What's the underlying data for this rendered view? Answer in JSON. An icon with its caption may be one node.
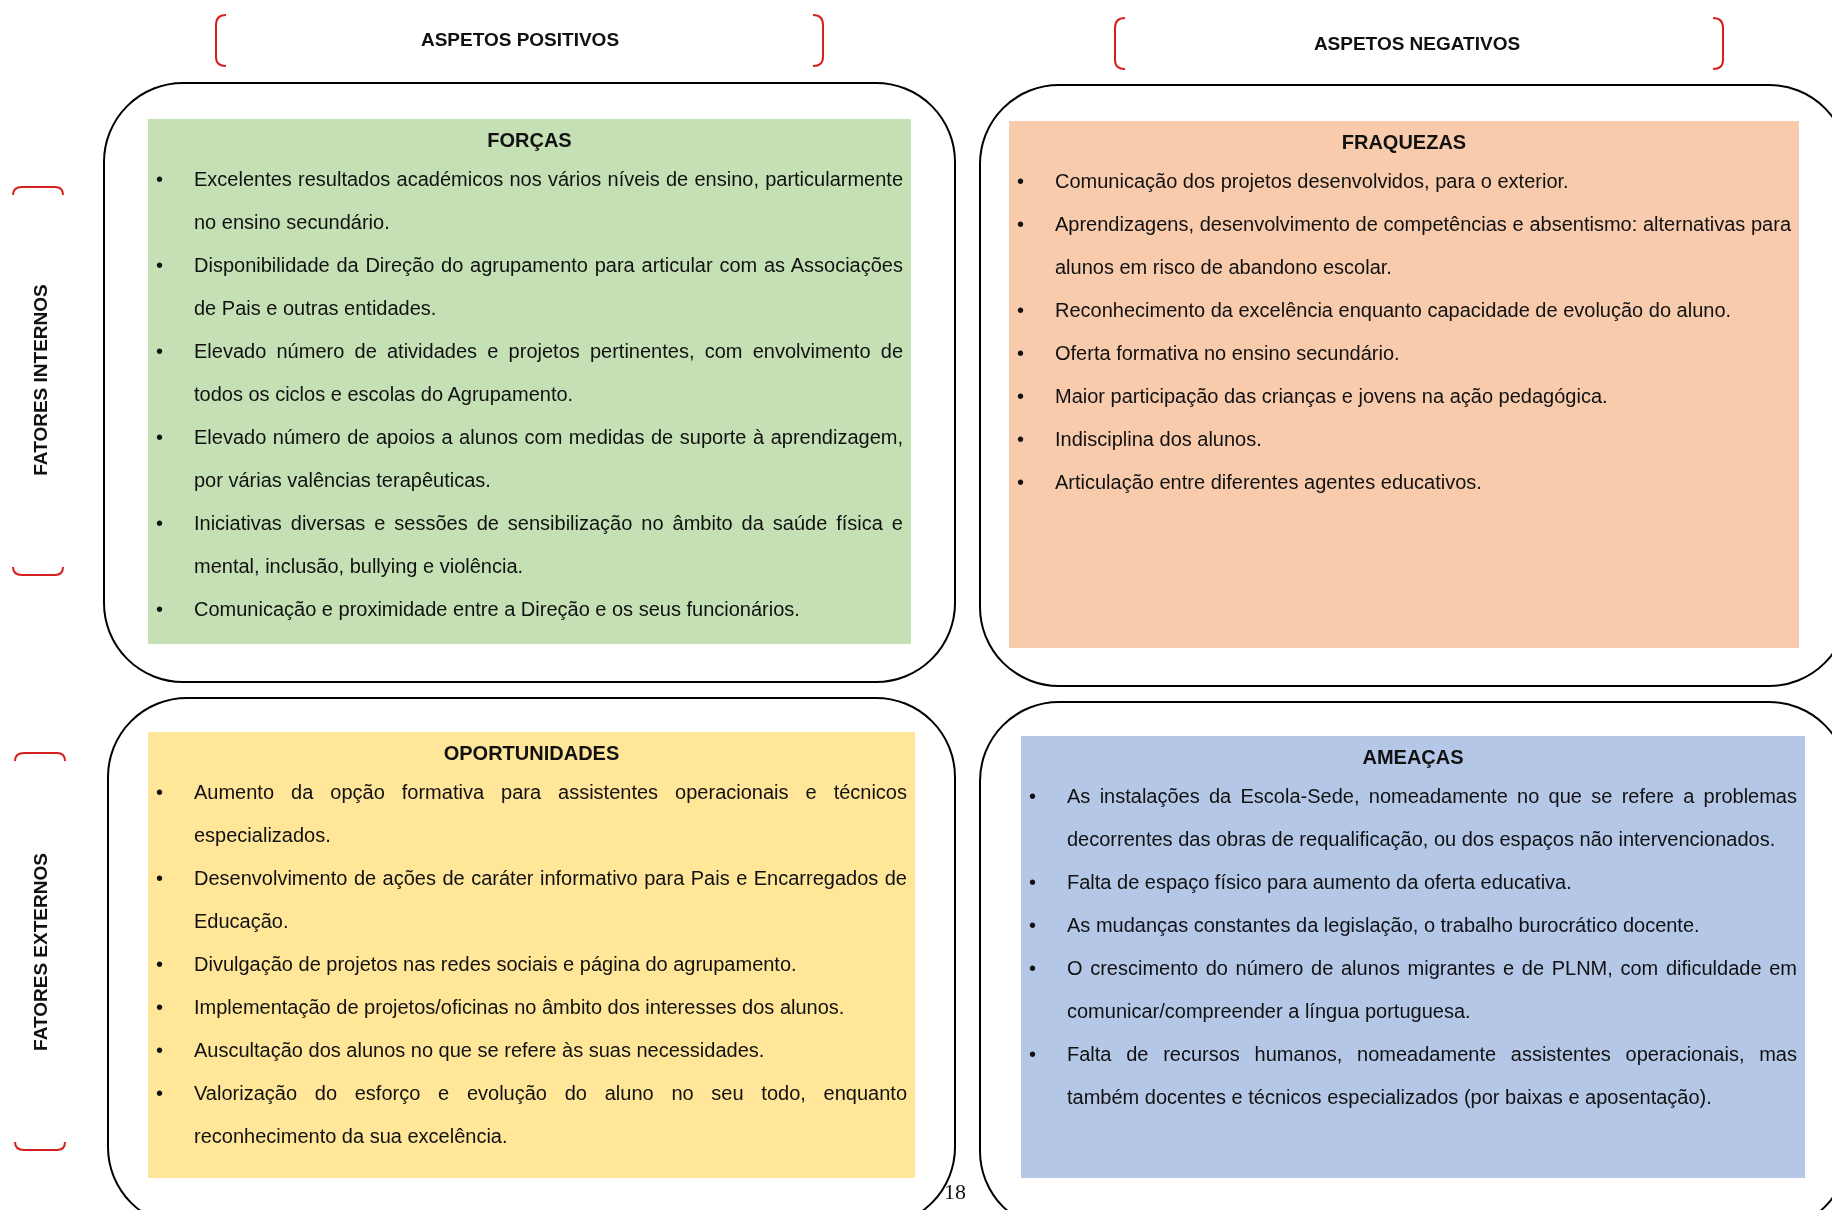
{
  "diagram": {
    "nodes": [
      {
        "text": [],
        "shape": "box"
      },
      {
        "text": [
          "FORÇAS",
          "• Excelentes resultados académicos nos vários níveis de ensino, particularmente no ensino secundário.",
          "• Disponibilidade da Direção do agrupamento para articular com as Associações de Pais e outras entidades.",
          "• Elevado número de atividades e projetos pertinentes, com envolvimento de todos os ciclos e escolas do Agrupamento.",
          "• Elevado número de apoios a alunos com medidas de suporte à aprendizagem, por várias valências terapêuticas.",
          "• Iniciativas diversas e sessões de sensibilização no âmbito da saúde física e mental, inclusão, bullying e violência.",
          "• Comunicação e proximidade entre a Direção e os seus funcionários."
        ],
        "in": 0
      },
      {
        "text": [],
        "shape": "box"
      },
      {
        "text": [
          "FRAQUEZAS",
          "• Comunicação dos projetos desenvolvidos, para o exterior.",
          "• Aprendizagens, desenvolvimento de competências e absentismo: alternativas para alunos em risco de abandono escolar.",
          "• Reconhecimento da excelência enquanto capacidade de evolução do aluno.",
          "• Oferta formativa no ensino secundário.",
          "• Maior participação das crianças e jovens na ação pedagógica.",
          "• Indisciplina dos alunos.",
          "• Articulação entre diferentes agentes educativos."
        ],
        "in": 2
      },
      {
        "text": [],
        "shape": "box"
      },
      {
        "text": [
          "OPORTUNIDADES",
          "• Aumento da opção formativa para assistentes operacionais e técnicos especializados.",
          "• Desenvolvimento de ações de caráter informativo para Pais e Encarregados de Educação.",
          "• Divulgação de projetos nas redes sociais e página do agrupamento.",
          "• Implementação de projetos/oficinas no âmbito dos interesses dos alunos.",
          "• Auscultação dos alunos no que se refere às suas necessidades.",
          "• Valorização do esforço e evolução do aluno no seu todo, enquanto reconhecimento da sua excelência."
        ],
        "in": 4
      },
      {
        "text": [],
        "shape": "box"
      },
      {
        "text": [
          "AMEAÇAS",
          "• As instalações da Escola-Sede, nomeadamente no que se refere a problemas decorrentes das obras de requalificação, ou dos espaços não intervencionados.",
          "• Falta de espaço físico para aumento da oferta educativa.",
          "• As mudanças constantes da legislação, o trabalho burocrático docente.",
          "• O crescimento do número de alunos migrantes e de PLNM, com dificuldade em comunicar/compreender a língua portuguesa.",
          "• Falta de recursos humanos, nomeadamente assistentes operacionais, mas também docentes e técnicos especializados (por baixas e aposentação)."
        ],
        "in": 6
      }
    ],
    "labels": [
      "ASPETOS POSITIVOS",
      "ASPETOS NEGATIVOS",
      "FATORES INTERNOS",
      "FATORES EXTERNOS",
      "18"
    ]
  }
}
